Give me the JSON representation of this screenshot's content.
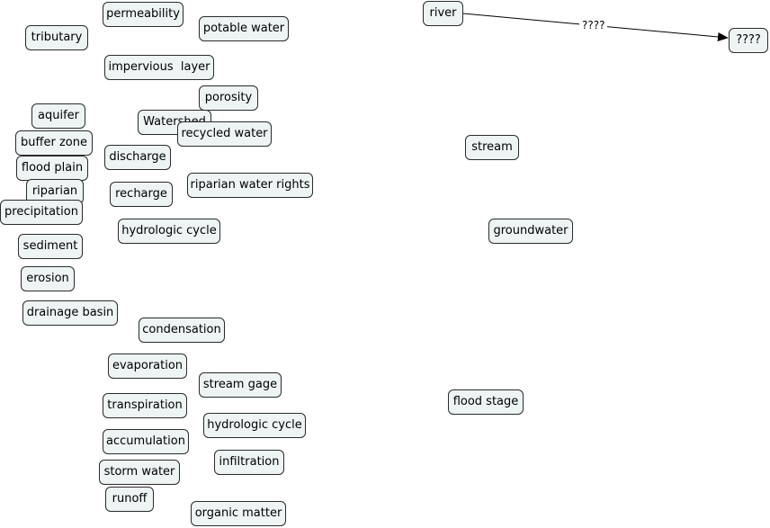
{
  "nodes": {
    "permeability": "permeability",
    "potable_water": "potable water",
    "tributary": "tributary",
    "impervious_layer": "impervious  layer",
    "porosity": "porosity",
    "aquifer": "aquifer",
    "watershed": "Watershed",
    "recycled_water": "recycled water",
    "buffer_zone": "buffer zone",
    "discharge": "discharge",
    "flood_plain": "flood plain",
    "riparian_water_rights": "riparian water rights",
    "riparian": "riparian",
    "recharge": "recharge",
    "precipitation": "precipitation",
    "hydrologic_cycle_1": "hydrologic cycle",
    "sediment": "sediment",
    "erosion": "erosion",
    "drainage_basin": "drainage basin",
    "condensation": "condensation",
    "evaporation": "evaporation",
    "stream_gage": "stream gage",
    "transpiration": "transpiration",
    "hydrologic_cycle_2": "hydrologic cycle",
    "accumulation": "accumulation",
    "infiltration": "infiltration",
    "storm_water": "storm water",
    "runoff": "runoff",
    "organic_matter": "organic matter",
    "river": "river",
    "unknown": "????",
    "stream": "stream",
    "groundwater": "groundwater",
    "flood_stage": "flood stage"
  },
  "edges": [
    {
      "from": "river",
      "to": "unknown",
      "label": "????"
    }
  ]
}
